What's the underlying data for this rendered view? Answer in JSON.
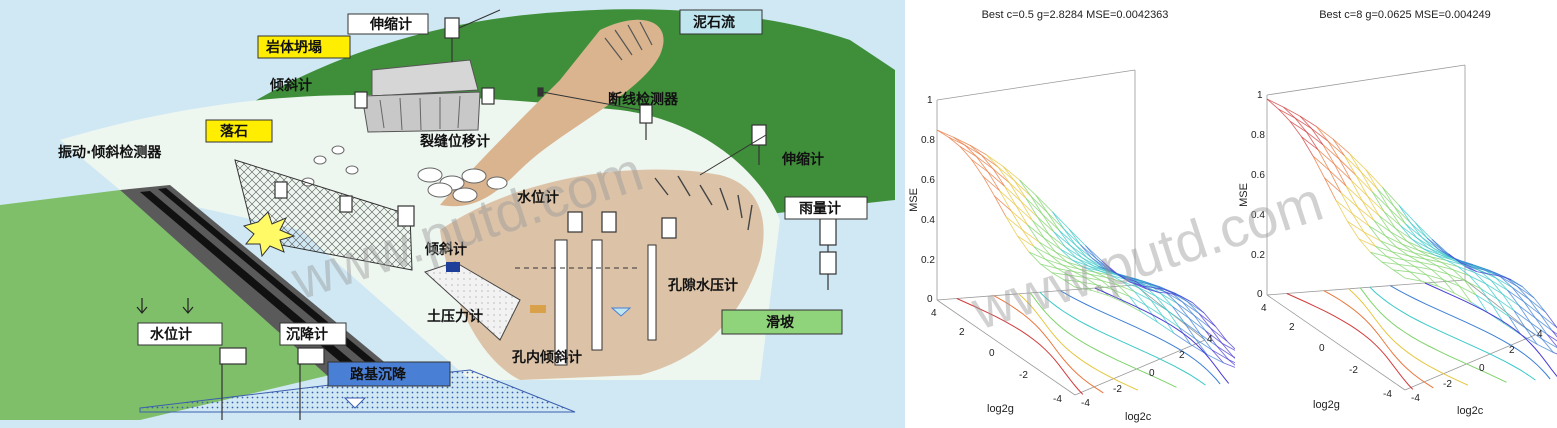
{
  "diagram": {
    "labels": {
      "extensometer_top": "伸缩计",
      "rock_collapse": "岩体坍塌",
      "debris_flow": "泥石流",
      "inclinometer_top": "倾斜计",
      "wire_break_detector": "断线检测器",
      "rockfall": "落石",
      "crack_displacement": "裂缝位移计",
      "vibration_tilt_detector": "振动·倾斜检测器",
      "extensometer_right": "伸缩计",
      "water_level_mid": "水位计",
      "rain_gauge": "雨量计",
      "inclinometer_mid": "倾斜计",
      "pore_water_pressure": "孔隙水压计",
      "earth_pressure": "土压力计",
      "landslide": "滑坡",
      "borehole_inclinometer": "孔内倾斜计",
      "water_level_left": "水位计",
      "settlement_gauge": "沉降计",
      "subgrade_settlement": "路基沉降"
    },
    "colors": {
      "hill_green": "#3f8f3a",
      "tag_yellow": "#ffee00",
      "tag_cyan": "#bfe6ee",
      "tag_green": "#8fd37a",
      "tag_blue": "#4a7fd6",
      "debris_tan": "#d9b48f"
    }
  },
  "watermark": "www.putd.com",
  "plots": [
    {
      "title": "Best c=0.5 g=2.8284 MSE=0.0042363",
      "zlabel": "MSE",
      "xlabel": "log2g",
      "ylabel": "log2c",
      "z_ticks": [
        "0",
        "0.2",
        "0.4",
        "0.6",
        "0.8",
        "1"
      ],
      "g_ticks": [
        "4",
        "2",
        "0",
        "-2",
        "-4"
      ],
      "c_ticks": [
        "-4",
        "-2",
        "0",
        "2",
        "4"
      ]
    },
    {
      "title": "Best c=8 g=0.0625 MSE=0.004249",
      "zlabel": "MSE",
      "xlabel": "log2g",
      "ylabel": "log2c",
      "z_ticks": [
        "0",
        "0.2",
        "0.4",
        "0.6",
        "0.8",
        "1"
      ],
      "g_ticks": [
        "4",
        "2",
        "0",
        "-2",
        "-4"
      ],
      "c_ticks": [
        "-4",
        "-2",
        "0",
        "2",
        "4"
      ]
    }
  ],
  "chart_data": [
    {
      "type": "surface",
      "title": "Best c=0.5 g=2.8284 MSE=0.0042363",
      "xlabel": "log2g",
      "ylabel": "log2c",
      "zlabel": "MSE",
      "xlim": [
        -4,
        4
      ],
      "ylim": [
        -4,
        4
      ],
      "zlim": [
        0,
        1
      ],
      "best": {
        "c": 0.5,
        "g": 2.8284,
        "mse": 0.0042363
      }
    },
    {
      "type": "surface",
      "title": "Best c=8 g=0.0625 MSE=0.004249",
      "xlabel": "log2g",
      "ylabel": "log2c",
      "zlabel": "MSE",
      "xlim": [
        -4,
        4
      ],
      "ylim": [
        -4,
        4
      ],
      "zlim": [
        0,
        1
      ],
      "best": {
        "c": 8,
        "g": 0.0625,
        "mse": 0.004249
      }
    }
  ]
}
